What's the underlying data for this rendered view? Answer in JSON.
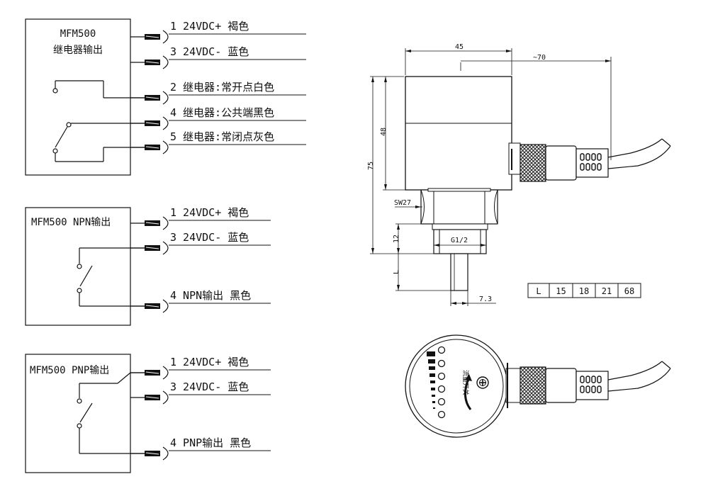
{
  "diagram1": {
    "title_line1": "MFM500",
    "title_line2": "继电器输出",
    "wires": [
      "1 24VDC+ 褐色",
      "3 24VDC- 蓝色",
      "2 继电器:常开点白色",
      "4 继电器:公共端黑色",
      "5 继电器:常闭点灰色"
    ]
  },
  "diagram2": {
    "title": "MFM500 NPN输出",
    "wires": [
      "1 24VDC+ 褐色",
      "3 24VDC- 蓝色",
      "4 NPN输出 黑色"
    ]
  },
  "diagram3": {
    "title": "MFM500 PNP输出",
    "wires": [
      "1 24VDC+ 褐色",
      "3 24VDC- 蓝色",
      "4 PNP输出 黑色"
    ]
  },
  "dimensions": {
    "width": "45",
    "cable": "~70",
    "height_total": "75",
    "height_body": "48",
    "wrench": "SW27",
    "thread_len": "12",
    "thread": "G1/2",
    "probe_len": "L",
    "probe_dia": "7.3"
  },
  "length_table": [
    "L",
    "15",
    "18",
    "21",
    "68"
  ],
  "front_view": {
    "label": "流量开关"
  }
}
